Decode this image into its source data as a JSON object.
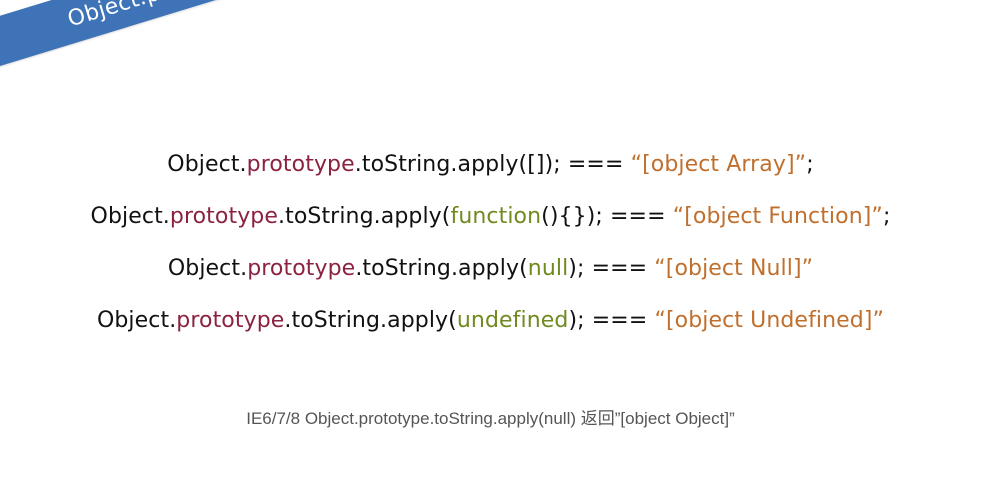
{
  "banner": {
    "title": "Object.prototype.toString"
  },
  "code_lines": [
    {
      "tokens": [
        {
          "text": "Object.",
          "kind": "plain"
        },
        {
          "text": "prototype",
          "kind": "prototype"
        },
        {
          "text": ".toString.apply([]); === ",
          "kind": "plain"
        },
        {
          "text": "“[object Array]”",
          "kind": "string"
        },
        {
          "text": ";",
          "kind": "plain"
        }
      ]
    },
    {
      "tokens": [
        {
          "text": "Object.",
          "kind": "plain"
        },
        {
          "text": "prototype",
          "kind": "prototype"
        },
        {
          "text": ".toString.apply(",
          "kind": "plain"
        },
        {
          "text": "function",
          "kind": "arg"
        },
        {
          "text": "(){}); === ",
          "kind": "plain"
        },
        {
          "text": "“[object Function]”",
          "kind": "string"
        },
        {
          "text": ";",
          "kind": "plain"
        }
      ]
    },
    {
      "tokens": [
        {
          "text": "Object.",
          "kind": "plain"
        },
        {
          "text": "prototype",
          "kind": "prototype"
        },
        {
          "text": ".toString.apply(",
          "kind": "plain"
        },
        {
          "text": "null",
          "kind": "arg"
        },
        {
          "text": "); === ",
          "kind": "plain"
        },
        {
          "text": "“[object Null]”",
          "kind": "string"
        }
      ]
    },
    {
      "tokens": [
        {
          "text": "Object.",
          "kind": "plain"
        },
        {
          "text": "prototype",
          "kind": "prototype"
        },
        {
          "text": ".toString.apply(",
          "kind": "plain"
        },
        {
          "text": "undefined",
          "kind": "arg"
        },
        {
          "text": "); === ",
          "kind": "plain"
        },
        {
          "text": "“[object Undefined]”",
          "kind": "string"
        }
      ]
    }
  ],
  "note": "IE6/7/8 Object.prototype.toString.apply(null) 返回”[object Object]”",
  "colors": {
    "banner_bg": "#3f73b8",
    "plain": "#111111",
    "prototype": "#8b2340",
    "arg": "#6f8a1f",
    "string": "#c0702e",
    "note": "#555555"
  }
}
